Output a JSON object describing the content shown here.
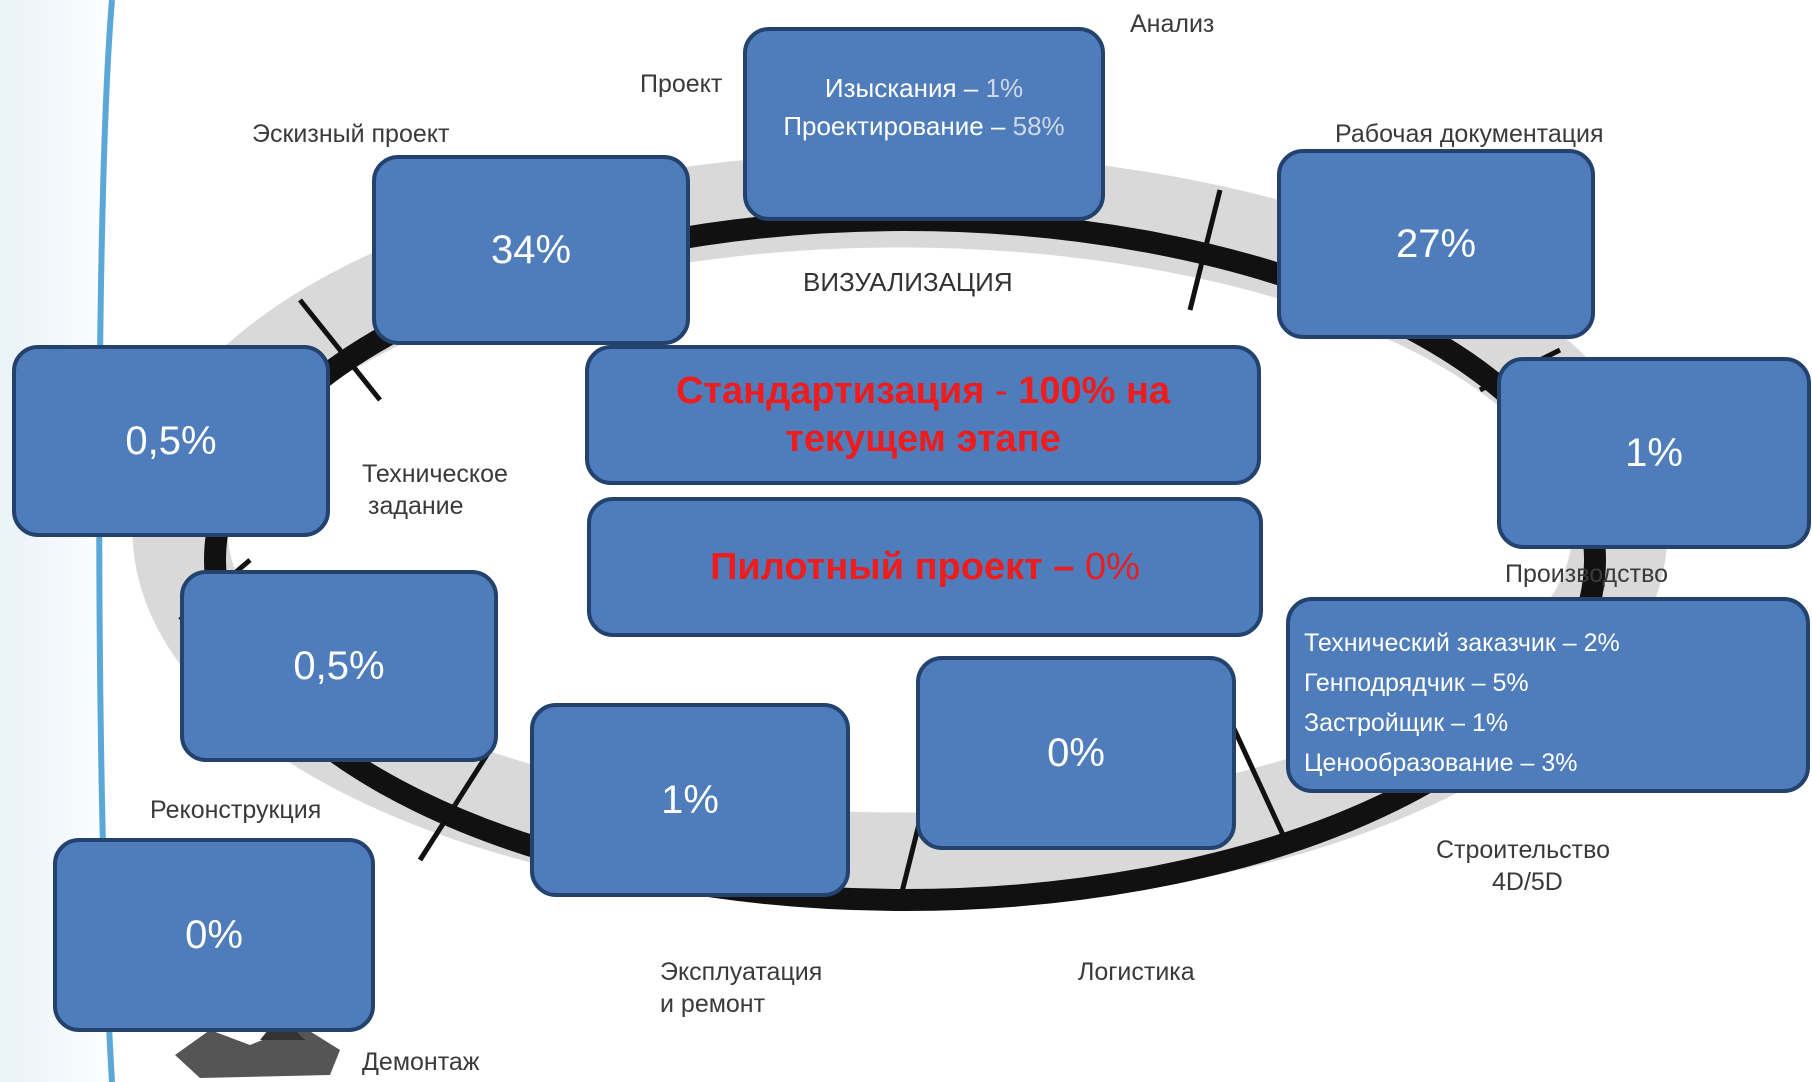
{
  "stages": {
    "analysis": "Анализ",
    "project": "Проект",
    "sketch_project": "Эскизный проект",
    "working_docs": "Рабочая документация",
    "technical_task_1": "Техническое",
    "technical_task_2": "задание",
    "production": "Производство",
    "reconstruction": "Реконструкция",
    "construction_1": "Строительство",
    "construction_2": "4D/5D",
    "operation_1": "Эксплуатация",
    "operation_2": "и ремонт",
    "logistics": "Логистика",
    "demolition": "Демонтаж",
    "visualization": "ВИЗУАЛИЗАЦИЯ"
  },
  "boxes": {
    "design": {
      "survey_label": "Изыскания – ",
      "survey_value": "1%",
      "design_label": "Проектирование – ",
      "design_value": "58%"
    },
    "sketch": "34%",
    "working": "27%",
    "left_top": "0,5%",
    "right_mid": "1%",
    "left_mid": "0,5%",
    "ops": "1%",
    "logistics": "0%",
    "demolition": "0%",
    "customers": [
      "Технический заказчик – 2%",
      "Генподрядчик – 5%",
      "Застройщик – 1%",
      "Ценообразование – 3%"
    ],
    "standardization": {
      "line1_a": "Стандартизация ",
      "line1_dash": "-",
      "line1_b": " 100% на",
      "line2": "текущем этапе"
    },
    "pilot": {
      "label": "Пилотный проект – ",
      "value": "0%"
    }
  },
  "colors": {
    "box_fill": "#4f7dbb",
    "box_border": "#23426e",
    "accent_red": "#ee1c1c",
    "ring_gray": "#d9d9d9",
    "ring_dark": "#111111"
  }
}
